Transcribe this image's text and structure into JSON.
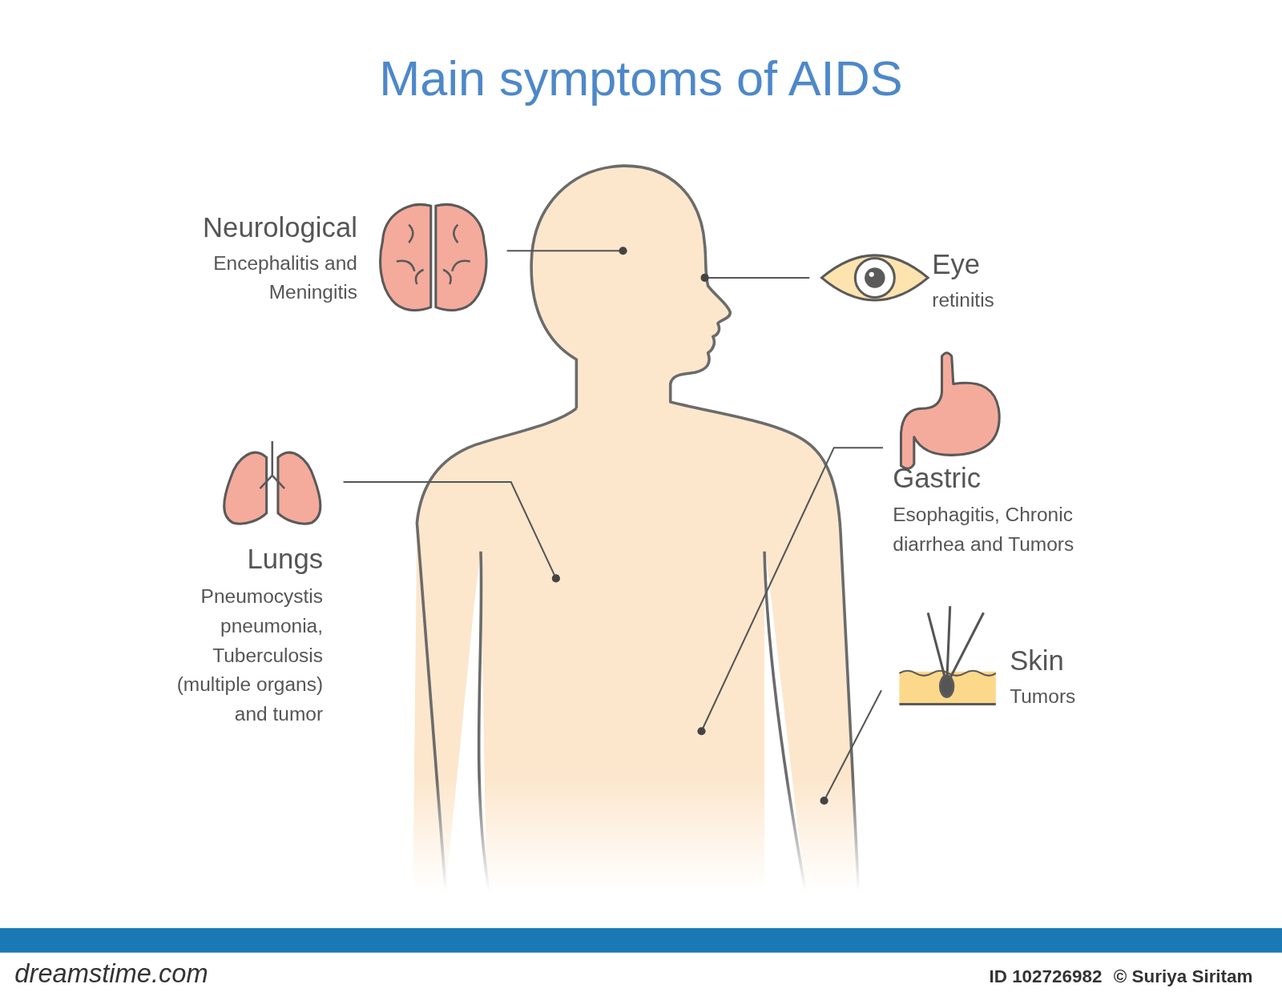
{
  "diagram": {
    "title": "Main symptoms of AIDS",
    "labels": [
      "Neurological",
      "Encephalitis and Meningitis",
      "Eye",
      "retinitis",
      "Lungs",
      "Pneumocystis pneumonia, Tuberculosis (multiple organs) and tumor",
      "Gastric",
      "Esophagitis, Chronic diarrhea and Tumors",
      "Skin",
      "Tumors",
      "dreamstime.com",
      "ID 102726982",
      "© Suriya Siritam"
    ]
  }
}
